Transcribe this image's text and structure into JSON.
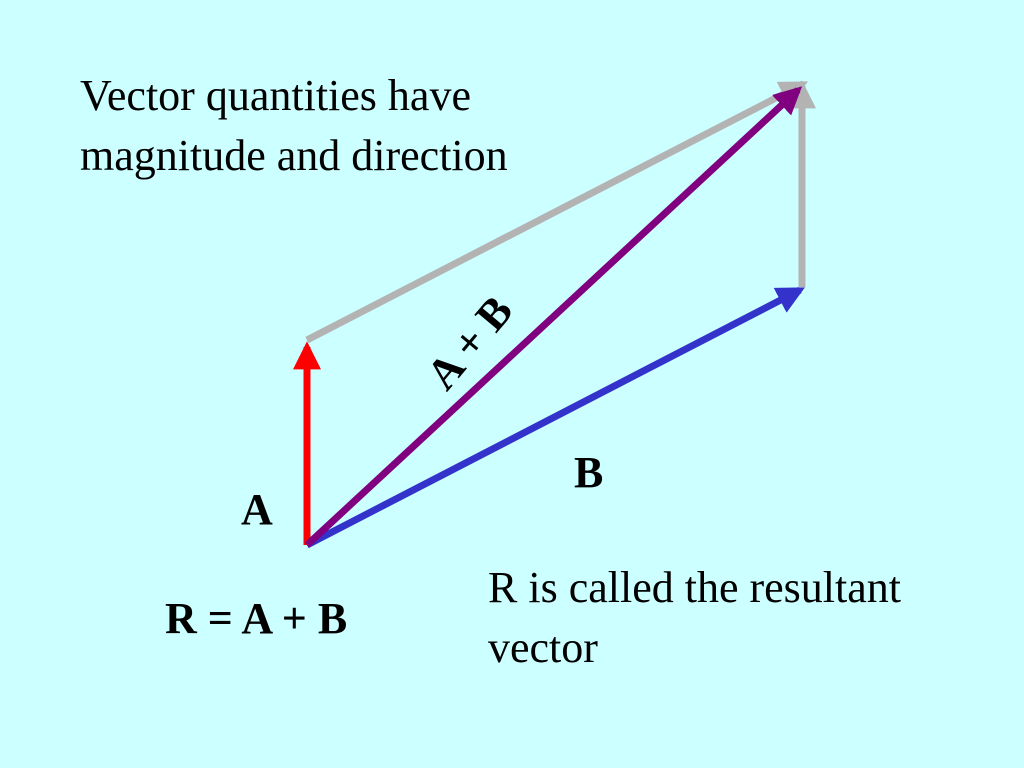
{
  "intro_text": "Vector quantities have magnitude and direction",
  "note_text": "R is called the resultant vector",
  "equation": "R = A + B",
  "labels": {
    "a": "A",
    "b": "B",
    "sum": "A + B"
  },
  "colors": {
    "background": "#ccffff",
    "vector_a": "#ff0000",
    "vector_b": "#3333cc",
    "resultant": "#800080",
    "construction": "#b3b3b3"
  }
}
